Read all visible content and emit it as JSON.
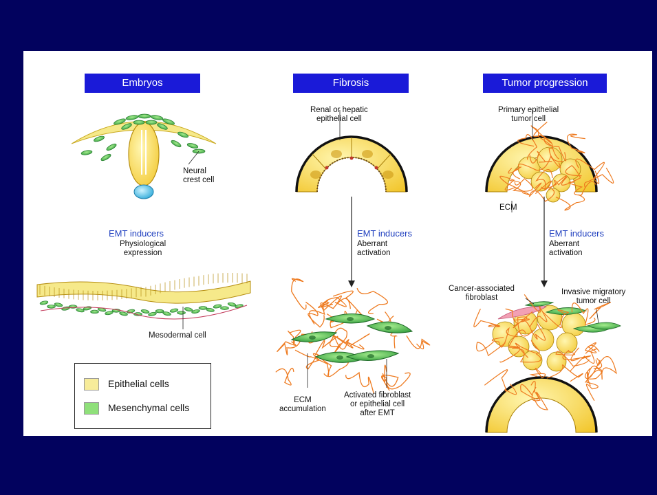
{
  "headers": {
    "embryos": "Embryos",
    "fibrosis": "Fibrosis",
    "tumor": "Tumor progression"
  },
  "embryos": {
    "neural_crest_label": "Neural\ncrest cell",
    "emt_title": "EMT inducers",
    "emt_sub": "Physiological\nexpression",
    "mesodermal_label": "Mesodermal cell"
  },
  "fibrosis": {
    "cell_label": "Renal or hepatic\nepithelial cell",
    "emt_title": "EMT inducers",
    "emt_sub": "Aberrant\nactivation",
    "ecm_label": "ECM\naccumulation",
    "fibroblast_label": "Activated fibroblast\nor epithelial cell\nafter EMT"
  },
  "tumor": {
    "cell_label": "Primary epithelial\ntumor cell",
    "ecm_label": "ECM",
    "emt_title": "EMT inducers",
    "emt_sub": "Aberrant\nactivation",
    "caf_label": "Cancer-associated\nfibroblast",
    "invasive_label": "Invasive migratory\ntumor cell"
  },
  "legend": {
    "items": [
      {
        "label": "Epithelial cells",
        "color": "#f7ec9a"
      },
      {
        "label": "Mesenchymal cells",
        "color": "#8fe07a"
      }
    ]
  },
  "colors": {
    "epithelial": "#f2cf3c",
    "mesenchymal": "#3bb84a",
    "ecm": "#e8701a",
    "accent_blue": "#1f3fbf"
  }
}
